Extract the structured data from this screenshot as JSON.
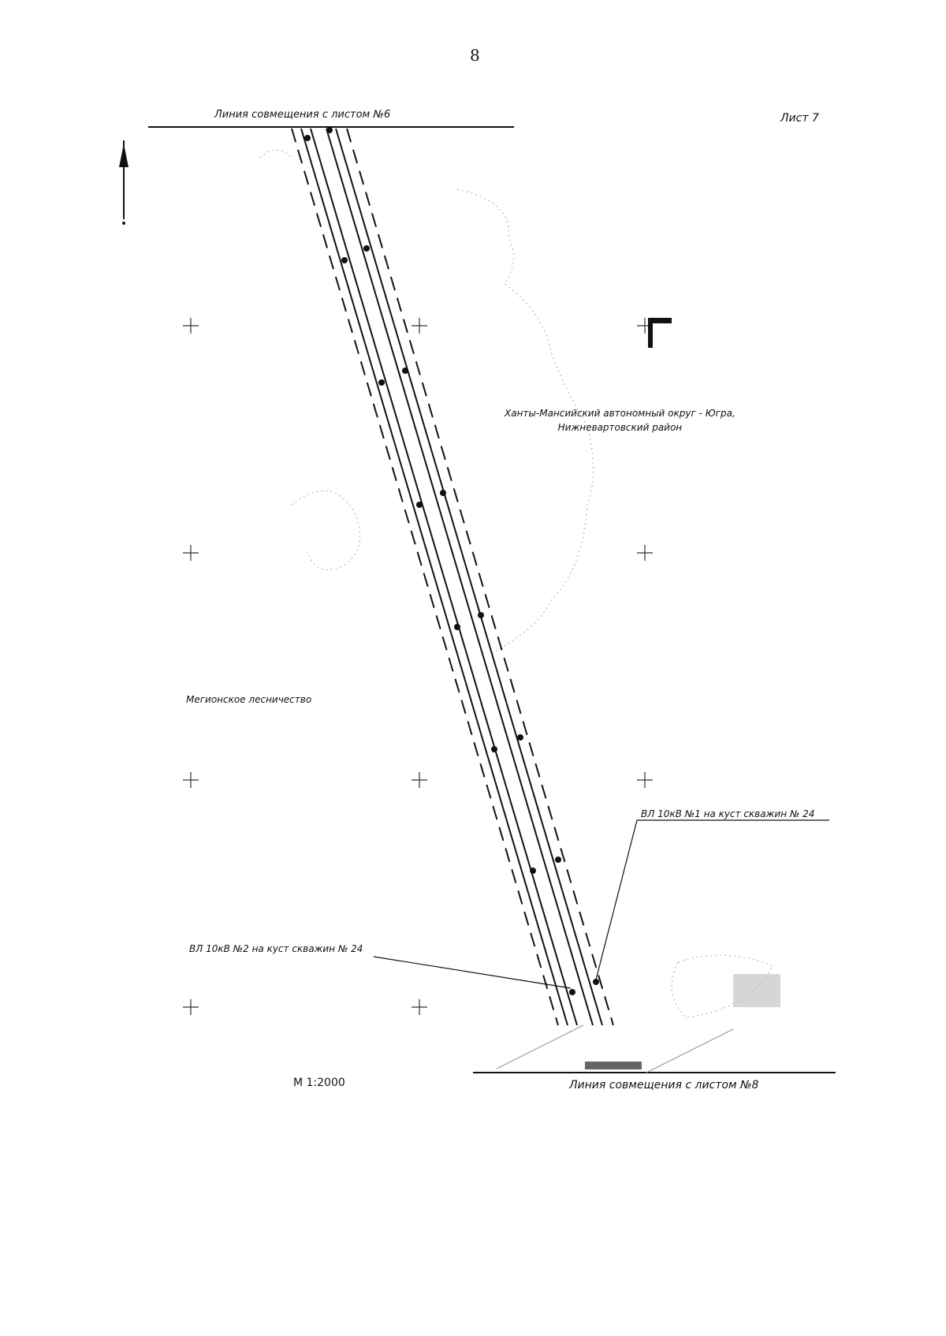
{
  "page_number": "8",
  "sheet_label": "Лист 7",
  "match_line_top": "Линия совмещения с листом №6",
  "match_line_bottom": "Линия совмещения с листом №8",
  "region_line1": "Ханты-Мансийский автономный округ - Югра,",
  "region_line2": "Нижневартовский район",
  "forestry": "Мегионское лесничество",
  "power_line_1": "ВЛ 10кВ №1 на куст скважин № 24",
  "power_line_2": "ВЛ 10кВ №2 на куст скважин № 24",
  "scale": "М 1:2000",
  "icons": [
    "north-arrow-icon",
    "terminal-marker-icon"
  ]
}
